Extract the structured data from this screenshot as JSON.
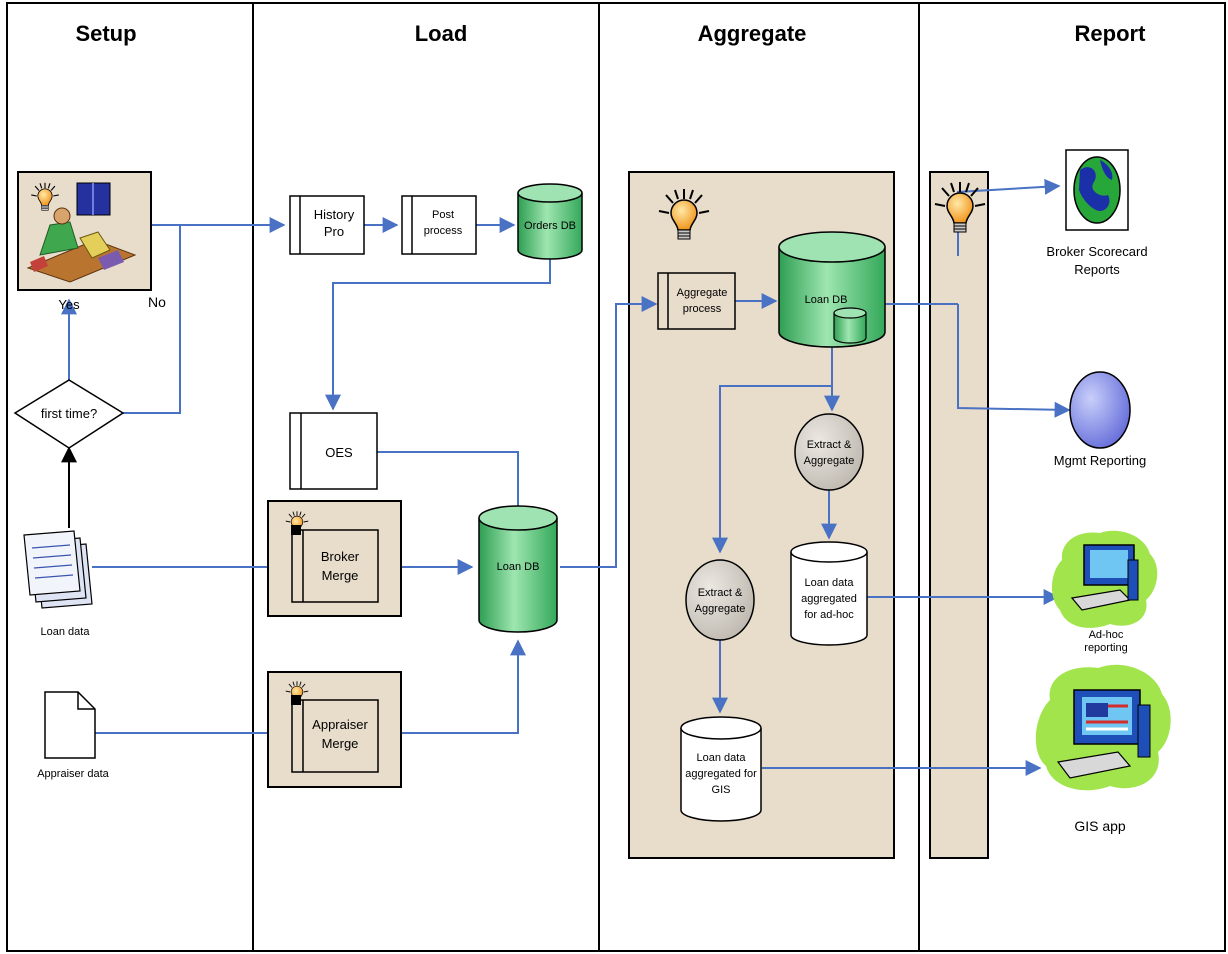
{
  "lanes": {
    "setup": "Setup",
    "load": "Load",
    "aggregate": "Aggregate",
    "report": "Report"
  },
  "setup": {
    "decision": "first time?",
    "yes": "Yes",
    "no": "No",
    "loan_data": "Loan data",
    "appraiser_data": "Appraiser data"
  },
  "load": {
    "history_pro": [
      "History",
      "Pro"
    ],
    "post_process": [
      "Post",
      "process"
    ],
    "orders_db": "Orders DB",
    "oes": "OES",
    "broker_merge": [
      "Broker",
      "Merge"
    ],
    "appraiser_merge": [
      "Appraiser",
      "Merge"
    ],
    "loan_db": "Loan DB"
  },
  "aggregate": {
    "aggregate_process": [
      "Aggregate",
      "process"
    ],
    "loan_db": "Loan DB",
    "extract_right": [
      "Extract &",
      "Aggregate"
    ],
    "extract_left": [
      "Extract &",
      "Aggregate"
    ],
    "adhoc_store": [
      "Loan data",
      "aggregated",
      "for ad-hoc"
    ],
    "gis_store": [
      "Loan data",
      "aggregated for",
      "GIS"
    ]
  },
  "report": {
    "broker_scorecard": [
      "Broker Scorecard",
      "Reports"
    ],
    "mgmt_reporting": "Mgmt Reporting",
    "adhoc_reporting": [
      "Ad-hoc",
      "reporting"
    ],
    "gis_app": "GIS app"
  },
  "colors": {
    "connector": "#4a72c4",
    "panel": "#e8dccb",
    "database": "#5cc47a",
    "extract": "#cdc8c0",
    "bulb": "#f39a1e"
  }
}
